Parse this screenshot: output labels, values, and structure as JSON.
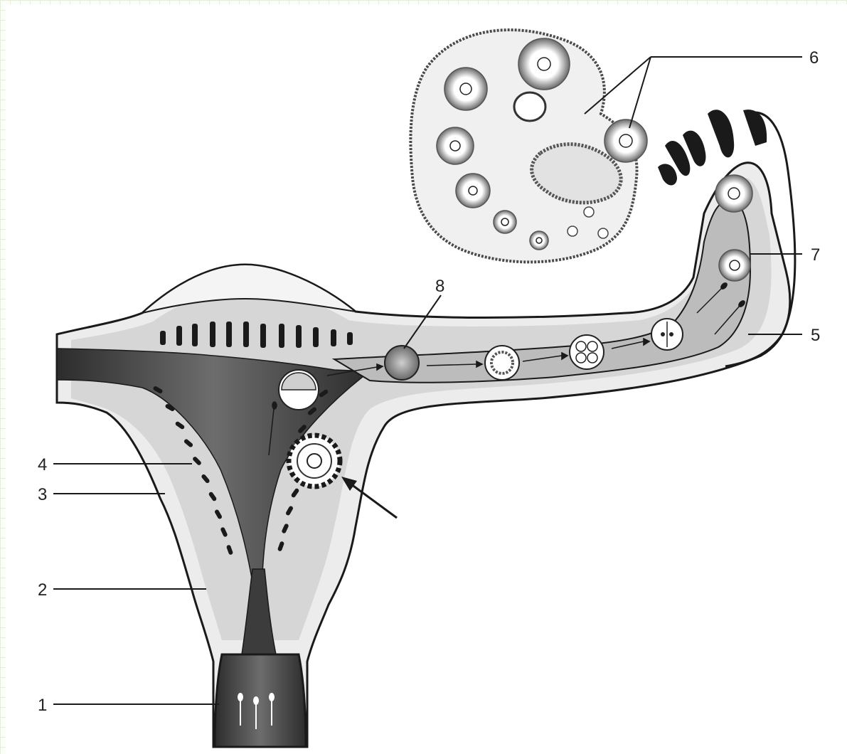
{
  "labels": {
    "l1": "1",
    "l2": "2",
    "l3": "3",
    "l4": "4",
    "l5": "5",
    "l6": "6",
    "l7": "7",
    "l8": "8"
  },
  "colors": {
    "ink": "#1a1a1a",
    "tissue": "#9a9a9a",
    "lumen": "#4a4a4a",
    "grid": "#e3efd9"
  }
}
